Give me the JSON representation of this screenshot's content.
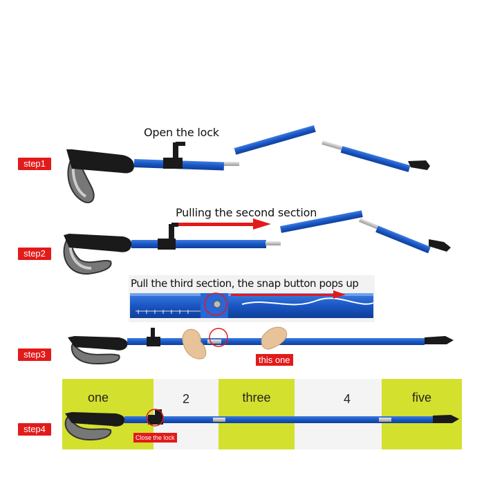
{
  "steps": {
    "step1": {
      "badge": "step1",
      "caption": "Open the lock"
    },
    "step2": {
      "badge": "step2",
      "caption": "Pulling the second section"
    },
    "step3": {
      "badge": "step3",
      "caption": "Pull the third section, the snap button pops up",
      "tag": "this one"
    },
    "step4": {
      "badge": "step4",
      "tag": "Close the lock",
      "segments": [
        "one",
        "2",
        "three",
        "4",
        "five"
      ]
    }
  },
  "colors": {
    "accent_red": "#e21a1a",
    "pole_blue": "#1a56c4",
    "segment_green": "#d4e02e",
    "segment_white": "#f4f4f4",
    "grip_black": "#1a1a1a"
  },
  "icons": [
    "trekking-pole",
    "wrist-strap",
    "lock-clamp",
    "red-arrow",
    "red-circle",
    "hand-icon"
  ]
}
